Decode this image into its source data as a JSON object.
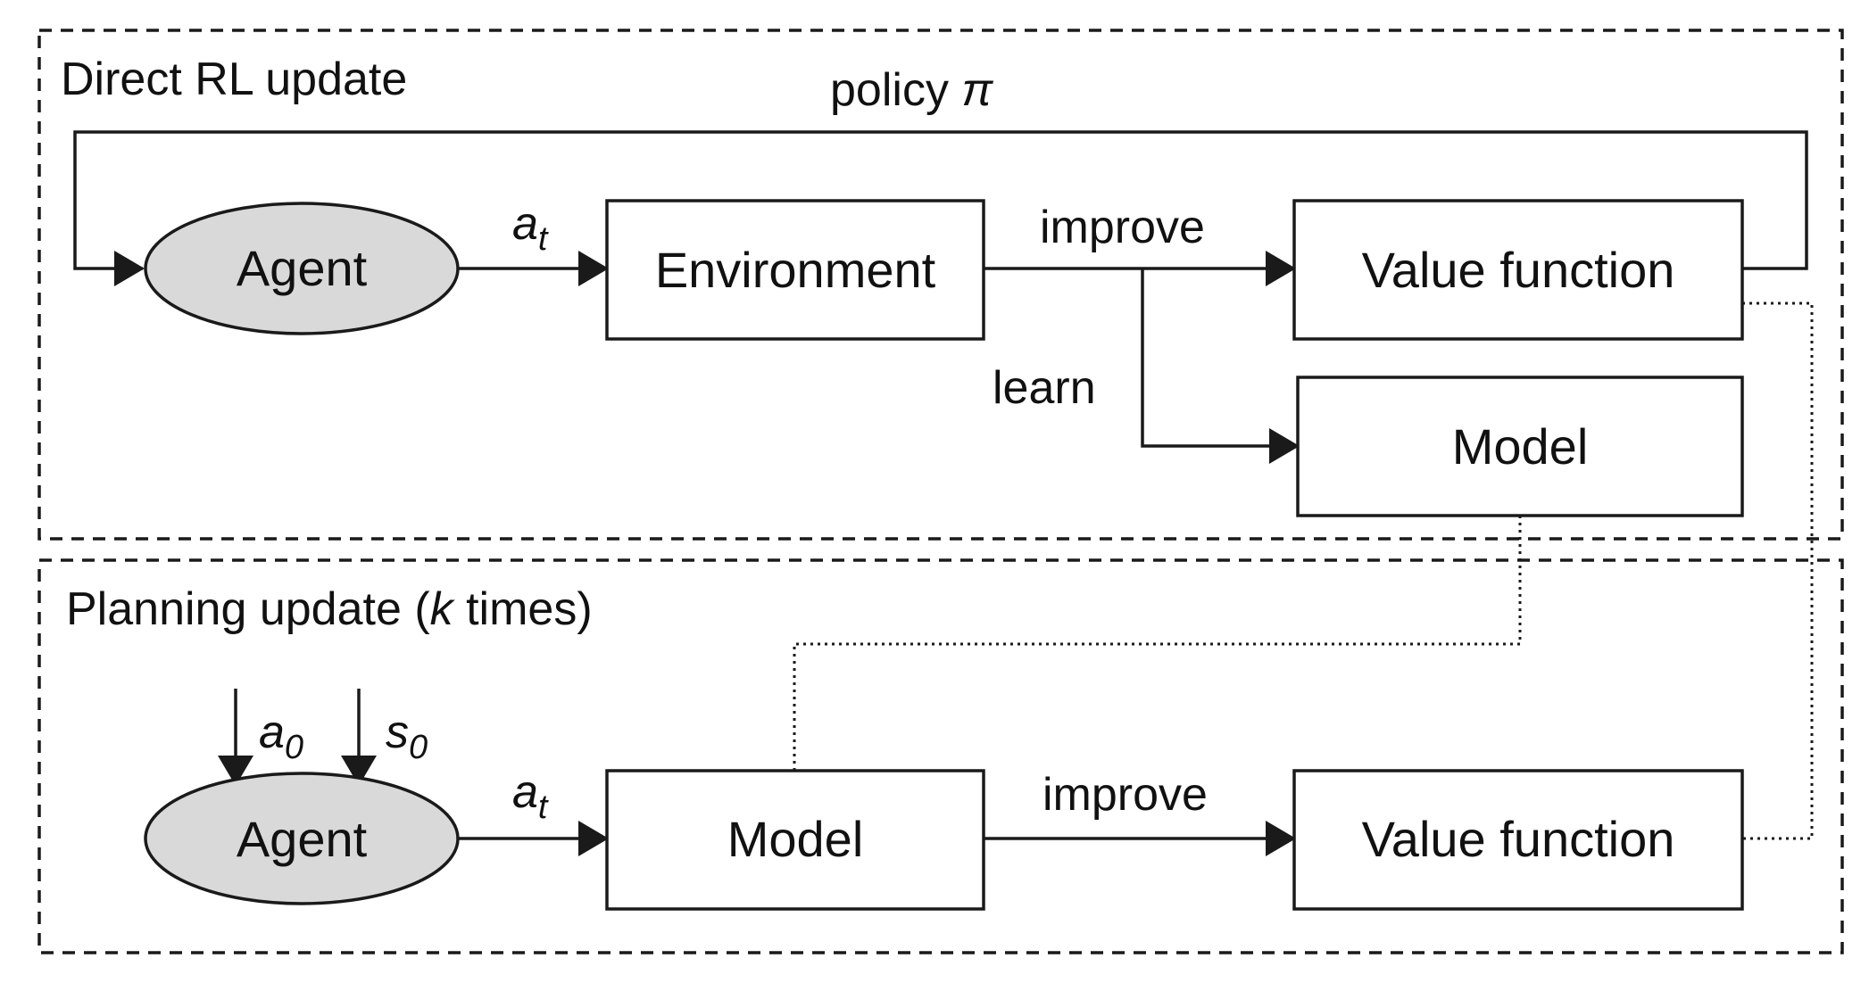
{
  "colors": {
    "stroke": "#1a1a1a",
    "agent_fill": "#d9d9d9",
    "background": "#ffffff"
  },
  "sections": {
    "direct": {
      "title": "Direct RL update"
    },
    "planning": {
      "title_prefix": "Planning update (",
      "title_k": "k",
      "title_suffix": " times)"
    }
  },
  "nodes": {
    "agent_top": "Agent",
    "environment": "Environment",
    "value_function_top": "Value function",
    "model_top": "Model",
    "agent_bottom": "Agent",
    "model_bottom": "Model",
    "value_function_bottom": "Value function"
  },
  "edges": {
    "policy_word": "policy ",
    "policy_symbol": "π",
    "action_var": "a",
    "action_sub": "t",
    "improve_top": "improve",
    "learn": "learn",
    "improve_bottom": "improve",
    "a0_var": "a",
    "a0_sub": "0",
    "s0_var": "s",
    "s0_sub": "0"
  }
}
